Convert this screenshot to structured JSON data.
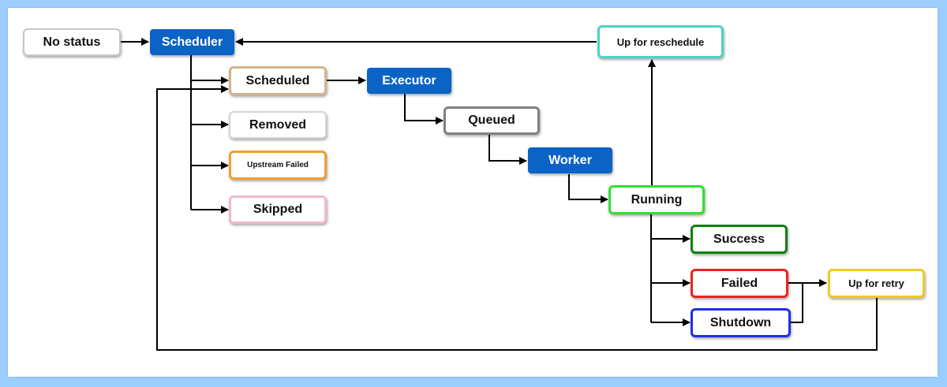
{
  "diagram": {
    "actors": {
      "scheduler": "Scheduler",
      "executor": "Executor",
      "worker": "Worker"
    },
    "states": {
      "no_status": "No status",
      "scheduled": "Scheduled",
      "removed": "Removed",
      "upstream_failed": "Upstream Failed",
      "skipped": "Skipped",
      "queued": "Queued",
      "running": "Running",
      "success": "Success",
      "failed": "Failed",
      "shutdown": "Shutdown",
      "up_for_retry": "Up for retry",
      "up_for_reschedule": "Up for reschedule"
    },
    "colors": {
      "background": "#9ccfff",
      "actor": "#0c63c6",
      "no_status": "#c8c8c8",
      "scheduled": "#d2b48c",
      "removed": "#d3d3d3",
      "upstream_failed": "#f0a030",
      "skipped": "#f4b8c8",
      "queued": "#808080",
      "running": "#33dd33",
      "success": "#108010",
      "failed": "#ee2222",
      "shutdown": "#1f2ee8",
      "up_for_retry": "#eecc22",
      "up_for_reschedule": "#4fd0c8"
    }
  }
}
